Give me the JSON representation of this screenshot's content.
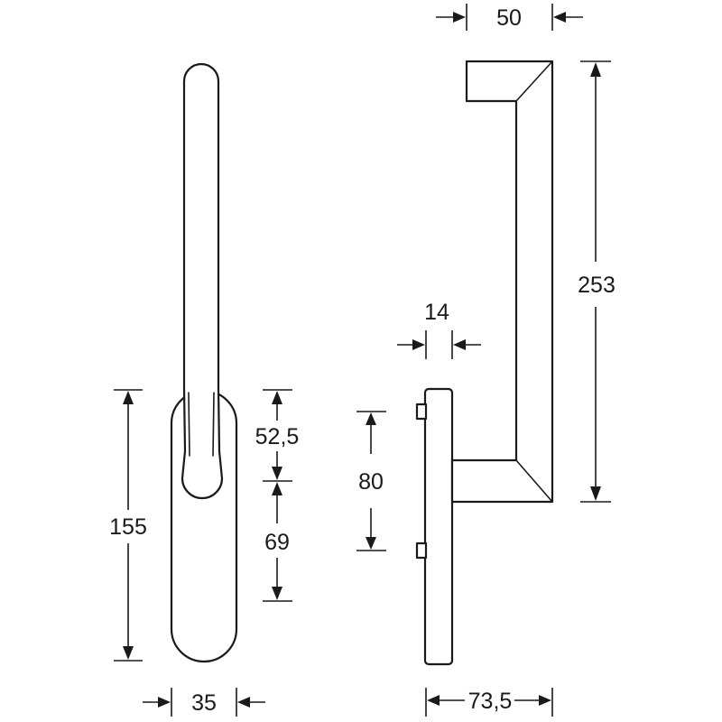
{
  "colors": {
    "line": "#1a1a1a",
    "background": "#ffffff"
  },
  "dimensions": {
    "width_top": "50",
    "height_total": "253",
    "neck_width": "14",
    "hole_spacing": "80",
    "depth": "73,5",
    "rose_height": "155",
    "upper_offset": "52,5",
    "lower_offset": "69",
    "rose_width": "35"
  }
}
